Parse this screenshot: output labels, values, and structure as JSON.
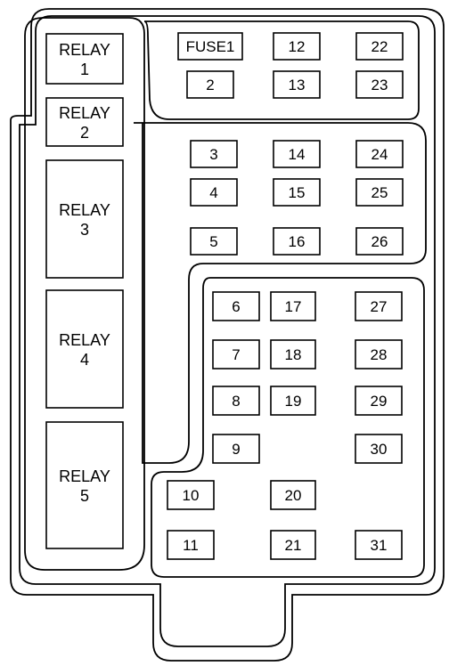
{
  "relays": [
    {
      "id": "relay-1",
      "lines": [
        "RELAY",
        "1"
      ]
    },
    {
      "id": "relay-2",
      "lines": [
        "RELAY",
        "2"
      ]
    },
    {
      "id": "relay-3",
      "lines": [
        "RELAY",
        "3"
      ]
    },
    {
      "id": "relay-4",
      "lines": [
        "RELAY",
        "4"
      ]
    },
    {
      "id": "relay-5",
      "lines": [
        "RELAY",
        "5"
      ]
    }
  ],
  "fuses": [
    {
      "id": "fuse-1",
      "label": "FUSE1"
    },
    {
      "id": "fuse-2",
      "label": "2"
    },
    {
      "id": "fuse-3",
      "label": "3"
    },
    {
      "id": "fuse-4",
      "label": "4"
    },
    {
      "id": "fuse-5",
      "label": "5"
    },
    {
      "id": "fuse-6",
      "label": "6"
    },
    {
      "id": "fuse-7",
      "label": "7"
    },
    {
      "id": "fuse-8",
      "label": "8"
    },
    {
      "id": "fuse-9",
      "label": "9"
    },
    {
      "id": "fuse-10",
      "label": "10"
    },
    {
      "id": "fuse-11",
      "label": "11"
    },
    {
      "id": "fuse-12",
      "label": "12"
    },
    {
      "id": "fuse-13",
      "label": "13"
    },
    {
      "id": "fuse-14",
      "label": "14"
    },
    {
      "id": "fuse-15",
      "label": "15"
    },
    {
      "id": "fuse-16",
      "label": "16"
    },
    {
      "id": "fuse-17",
      "label": "17"
    },
    {
      "id": "fuse-18",
      "label": "18"
    },
    {
      "id": "fuse-19",
      "label": "19"
    },
    {
      "id": "fuse-20",
      "label": "20"
    },
    {
      "id": "fuse-21",
      "label": "21"
    },
    {
      "id": "fuse-22",
      "label": "22"
    },
    {
      "id": "fuse-23",
      "label": "23"
    },
    {
      "id": "fuse-24",
      "label": "24"
    },
    {
      "id": "fuse-25",
      "label": "25"
    },
    {
      "id": "fuse-26",
      "label": "26"
    },
    {
      "id": "fuse-27",
      "label": "27"
    },
    {
      "id": "fuse-28",
      "label": "28"
    },
    {
      "id": "fuse-29",
      "label": "29"
    },
    {
      "id": "fuse-30",
      "label": "30"
    },
    {
      "id": "fuse-31",
      "label": "31"
    }
  ]
}
